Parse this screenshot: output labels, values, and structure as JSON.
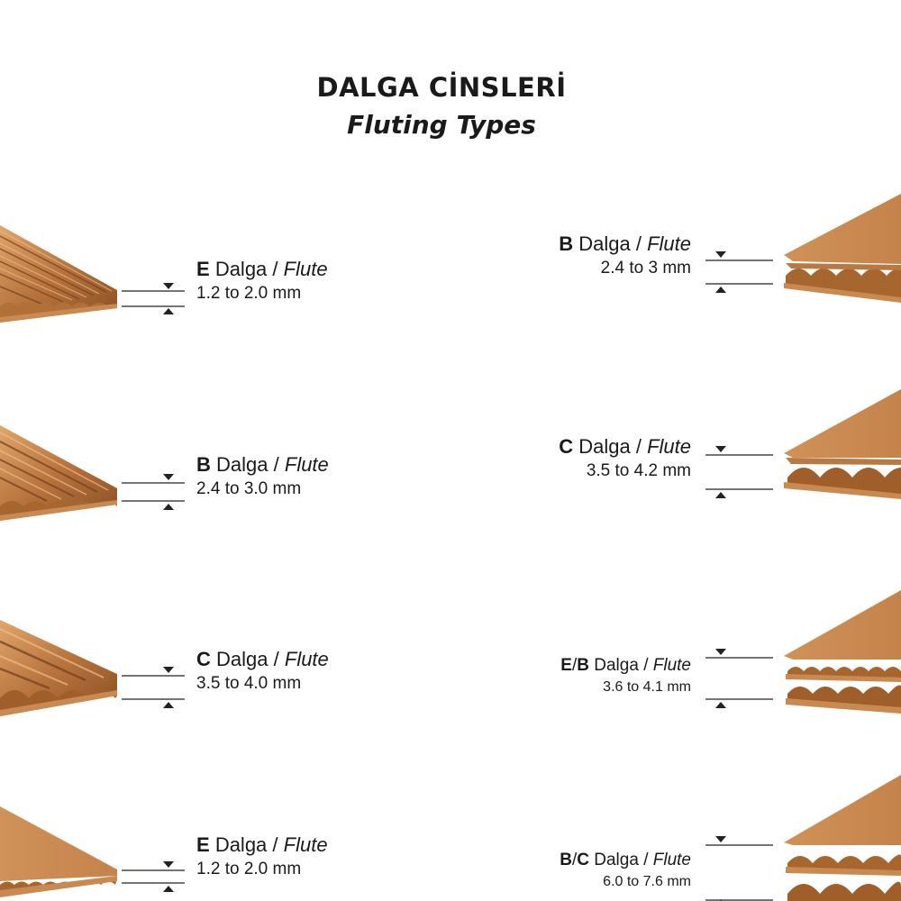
{
  "header": {
    "title": "DALGA CİNSLERİ",
    "subtitle": "Fluting Types"
  },
  "labels": {
    "dalga": "Dalga",
    "separator": "/",
    "flute": "Flute"
  },
  "left": [
    {
      "letter": "E",
      "range": "1.2 to 2.0 mm"
    },
    {
      "letter": "B",
      "range": "2.4 to 3.0 mm"
    },
    {
      "letter": "C",
      "range": "3.5 to 4.0 mm"
    },
    {
      "letter": "E",
      "range": "1.2 to 2.0 mm"
    }
  ],
  "right": [
    {
      "letter": "B",
      "range": "2.4 to 3 mm"
    },
    {
      "letter": "C",
      "range": "3.5 to 4.2 mm"
    },
    {
      "letter_a": "E",
      "slash": "/",
      "letter_b": "B",
      "range": "3.6 to 4.1 mm"
    },
    {
      "letter_a": "B",
      "slash": "/",
      "letter_b": "C",
      "range": "6.0 to 7.6 mm"
    }
  ],
  "colors": {
    "cardboard_top": "#c98a52",
    "cardboard_side": "#b87a45",
    "flute_dark": "#8a4f24",
    "flute_light": "#d99a60",
    "line": "#222222"
  }
}
